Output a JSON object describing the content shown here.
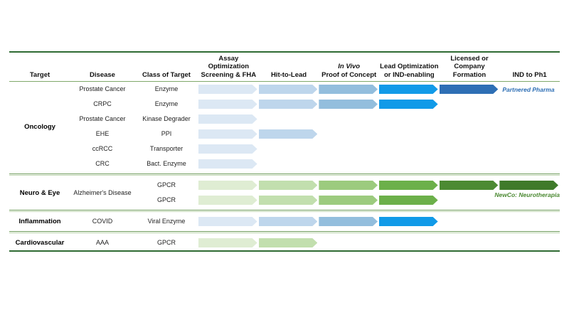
{
  "columns": [
    {
      "key": "target",
      "label": "Target",
      "italic_prefix": ""
    },
    {
      "key": "disease",
      "label": "Disease"
    },
    {
      "key": "class",
      "label": "Class of Target"
    },
    {
      "key": "stage1",
      "label": "Assay Optimization",
      "label2": "Screening & FHA"
    },
    {
      "key": "stage2",
      "label": "Hit-to-Lead"
    },
    {
      "key": "stage3",
      "label": "In Vivo",
      "label2": "Proof of Concept",
      "italic_first": true
    },
    {
      "key": "stage4",
      "label": "Lead Optimization",
      "label2": "or IND-enabling"
    },
    {
      "key": "stage5",
      "label": "Licensed or",
      "label2": "Company Formation"
    },
    {
      "key": "stage6",
      "label": "IND to Ph1"
    }
  ],
  "stage_names": [
    "Assay Optimization Screening & FHA",
    "Hit-to-Lead",
    "In Vivo Proof of Concept",
    "Lead Optimization or IND-enabling",
    "Licensed or Company Formation",
    "IND to Ph1"
  ],
  "palettes": {
    "blue": [
      "#dce8f4",
      "#bed6ec",
      "#93bedd",
      "#119ae8",
      "#2e6fb5"
    ],
    "green": [
      "#dfedd3",
      "#c2dfae",
      "#9ccb7e",
      "#6cb04a",
      "#4c8a33",
      "#3f7a2a"
    ]
  },
  "colors": {
    "rule_thick": "#2f6b33",
    "rule_thin": "#7fa86a",
    "partner_blue": "#2e6fb5",
    "newco_green": "#4c8a33"
  },
  "sections": [
    {
      "name": "Oncology",
      "palette": "blue",
      "disease_span": null,
      "rows": [
        {
          "disease": "Prostate Cancer",
          "class": "Enzyme",
          "stages": 5,
          "end_label": "Partnered Pharma",
          "end_color": "#2e6fb5"
        },
        {
          "disease": "CRPC",
          "class": "Enzyme",
          "stages": 4,
          "end_label": "",
          "end_color": ""
        },
        {
          "disease": "Prostate Cancer",
          "class": "Kinase Degrader",
          "stages": 1,
          "end_label": "",
          "end_color": ""
        },
        {
          "disease": "EHE",
          "class": "PPI",
          "stages": 2,
          "end_label": "",
          "end_color": ""
        },
        {
          "disease": "ccRCC",
          "class": "Transporter",
          "stages": 1,
          "end_label": "",
          "end_color": ""
        },
        {
          "disease": "CRC",
          "class": "Bact. Enzyme",
          "stages": 1,
          "end_label": "",
          "end_color": ""
        }
      ]
    },
    {
      "name": "Neuro & Eye",
      "palette": "green",
      "disease_span": "Alzheimer's Disease",
      "rows": [
        {
          "disease": "",
          "class": "GPCR",
          "stages": 6,
          "end_label": "NewCo: Neurotherapia",
          "end_color": "#4c8a33"
        },
        {
          "disease": "",
          "class": "GPCR",
          "stages": 4,
          "end_label": "",
          "end_color": ""
        }
      ]
    },
    {
      "name": "Inflammation",
      "palette": "blue",
      "disease_span": null,
      "rows": [
        {
          "disease": "COVID",
          "class": "Viral Enzyme",
          "stages": 4,
          "end_label": "",
          "end_color": ""
        }
      ]
    },
    {
      "name": "Cardiovascular",
      "palette": "green",
      "disease_span": null,
      "rows": [
        {
          "disease": "AAA",
          "class": "GPCR",
          "stages": 2,
          "end_label": "",
          "end_color": ""
        }
      ]
    }
  ]
}
